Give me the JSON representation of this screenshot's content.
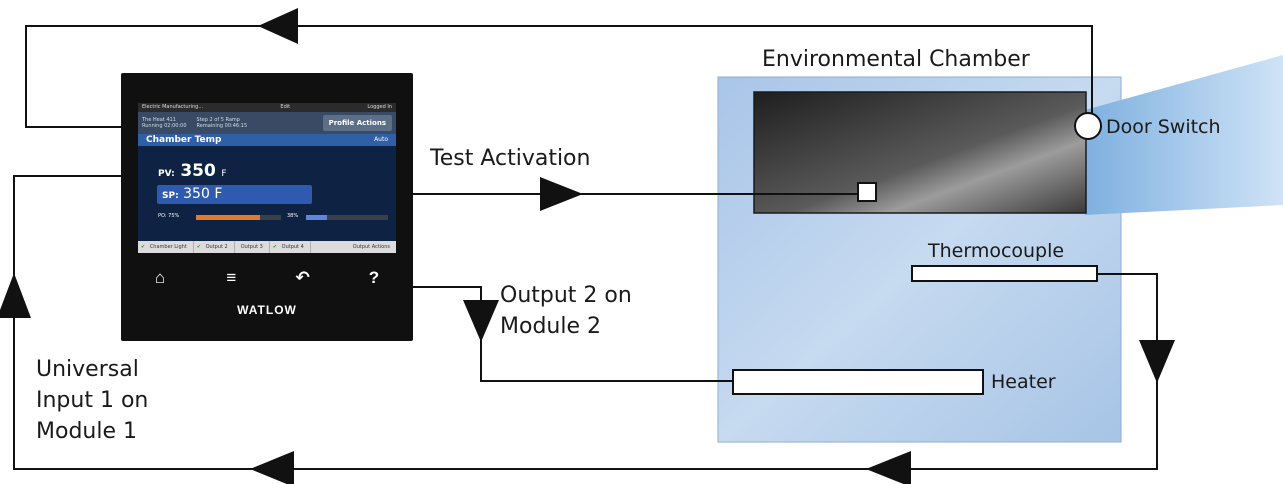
{
  "labels": {
    "chamber": "Environmental Chamber",
    "door_switch": "Door Switch",
    "test_activation": "Test Activation",
    "thermocouple": "Thermocouple",
    "heater": "Heater",
    "output_line1": "Output 2 on",
    "output_line2": "Module 2",
    "input_line1": "Universal",
    "input_line2": "Input 1 on",
    "input_line3": "Module 1"
  },
  "controller": {
    "status_left": "Electric Manufacturing...",
    "status_mid": "Edit",
    "status_right": "Logged In",
    "profile_name": "The Heat 411",
    "profile_running": "Running 02:00:00",
    "profile_step": "Step 2 of 5 Ramp",
    "profile_remaining": "Remaining 00:46:15",
    "profile_button": "Profile Actions",
    "loop_title": "Chamber Temp",
    "loop_mode": "Auto",
    "pv_key": "PV:",
    "pv_value": "350",
    "pv_unit": "F",
    "sp_key": "SP:",
    "sp_value": "350 F",
    "po1_label": "PO: 75%",
    "po2_label": "38%",
    "tab1": "Chamber Light",
    "tab2": "Output 2",
    "tab3": "Output 3",
    "tab4": "Output 4",
    "tab5": "Output Actions",
    "key_home": "⌂",
    "key_menu": "≡",
    "key_back": "↶",
    "key_help": "?",
    "brand": "WATLOW",
    "po1_level": 0.75,
    "po2_level": 0.25
  },
  "colors": {
    "chamber_fill": "#b7d0ec",
    "window_dark": "#2a2a2a",
    "door_beam": "#9dc3e8",
    "bar_orange": "#e07a30",
    "bar_blue": "#5f86d8"
  }
}
